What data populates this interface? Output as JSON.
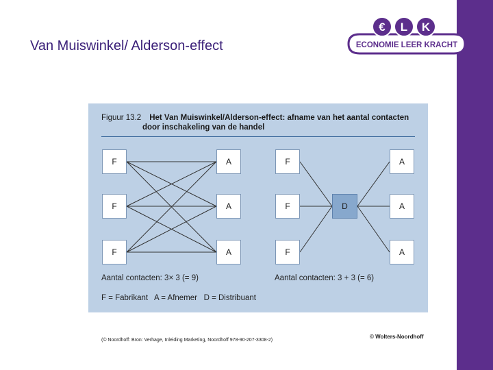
{
  "slide": {
    "title": "Van Muiswinkel/ Alderson-effect"
  },
  "logo": {
    "letters": [
      "€",
      "L",
      "K"
    ],
    "text": "ECONOMIE LEER KRACHT"
  },
  "figure": {
    "number": "Figuur 13.2",
    "title": "Het Van Muiswinkel/Alderson-effect: afname van het aantal contacten",
    "subtitle": "door inschakeling van de handel",
    "left_diagram": {
      "producers": [
        "F",
        "F",
        "F"
      ],
      "buyers": [
        "A",
        "A",
        "A"
      ],
      "caption": "Aantal contacten: 3× 3 (= 9)"
    },
    "right_diagram": {
      "producers": [
        "F",
        "F",
        "F"
      ],
      "distributor": "D",
      "buyers": [
        "A",
        "A",
        "A"
      ],
      "caption": "Aantal contacten: 3 + 3 (= 6)"
    },
    "legend": "F = Fabrikant   A = Afnemer   D = Distribuant"
  },
  "footer": {
    "source": "(© Noordhoff: Bron: Verhage, Inleiding Marketing, Noordhoff 978-90-207-3308-2)",
    "publisher": "© Wolters-Noordhoff"
  },
  "colors": {
    "sidebar": "#5c2e8c",
    "title": "#3a1f78",
    "panel": "#bdd0e5",
    "distributor": "#87a8cd"
  }
}
